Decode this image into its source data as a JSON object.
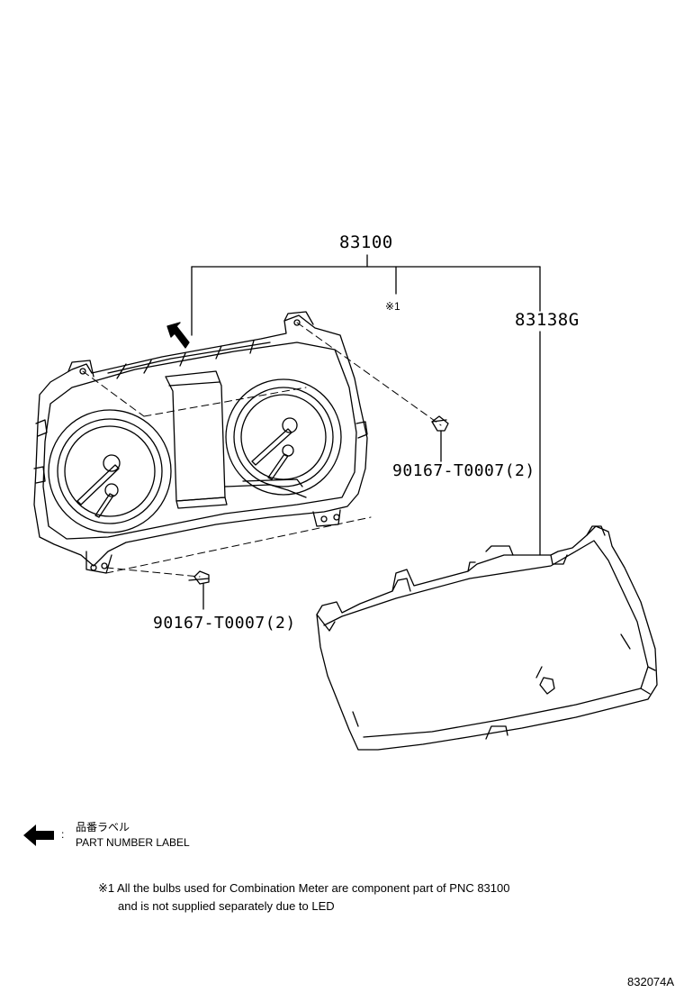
{
  "callouts": {
    "assembly": "83100",
    "cover": "83138G",
    "screw_right": "90167-T0007(2)",
    "screw_left": "90167-T0007(2)",
    "note_marker": "※1"
  },
  "legend": {
    "symbol": "arrow-left-icon",
    "separator": ":",
    "label_jp": "品番ラベル",
    "label_en": "PART NUMBER LABEL"
  },
  "footnote": {
    "line1": "※1 All the bulbs used for Combination Meter are component part of PNC 83100",
    "line2": "and is not supplied separately due to LED"
  },
  "figure_number": "832074A"
}
